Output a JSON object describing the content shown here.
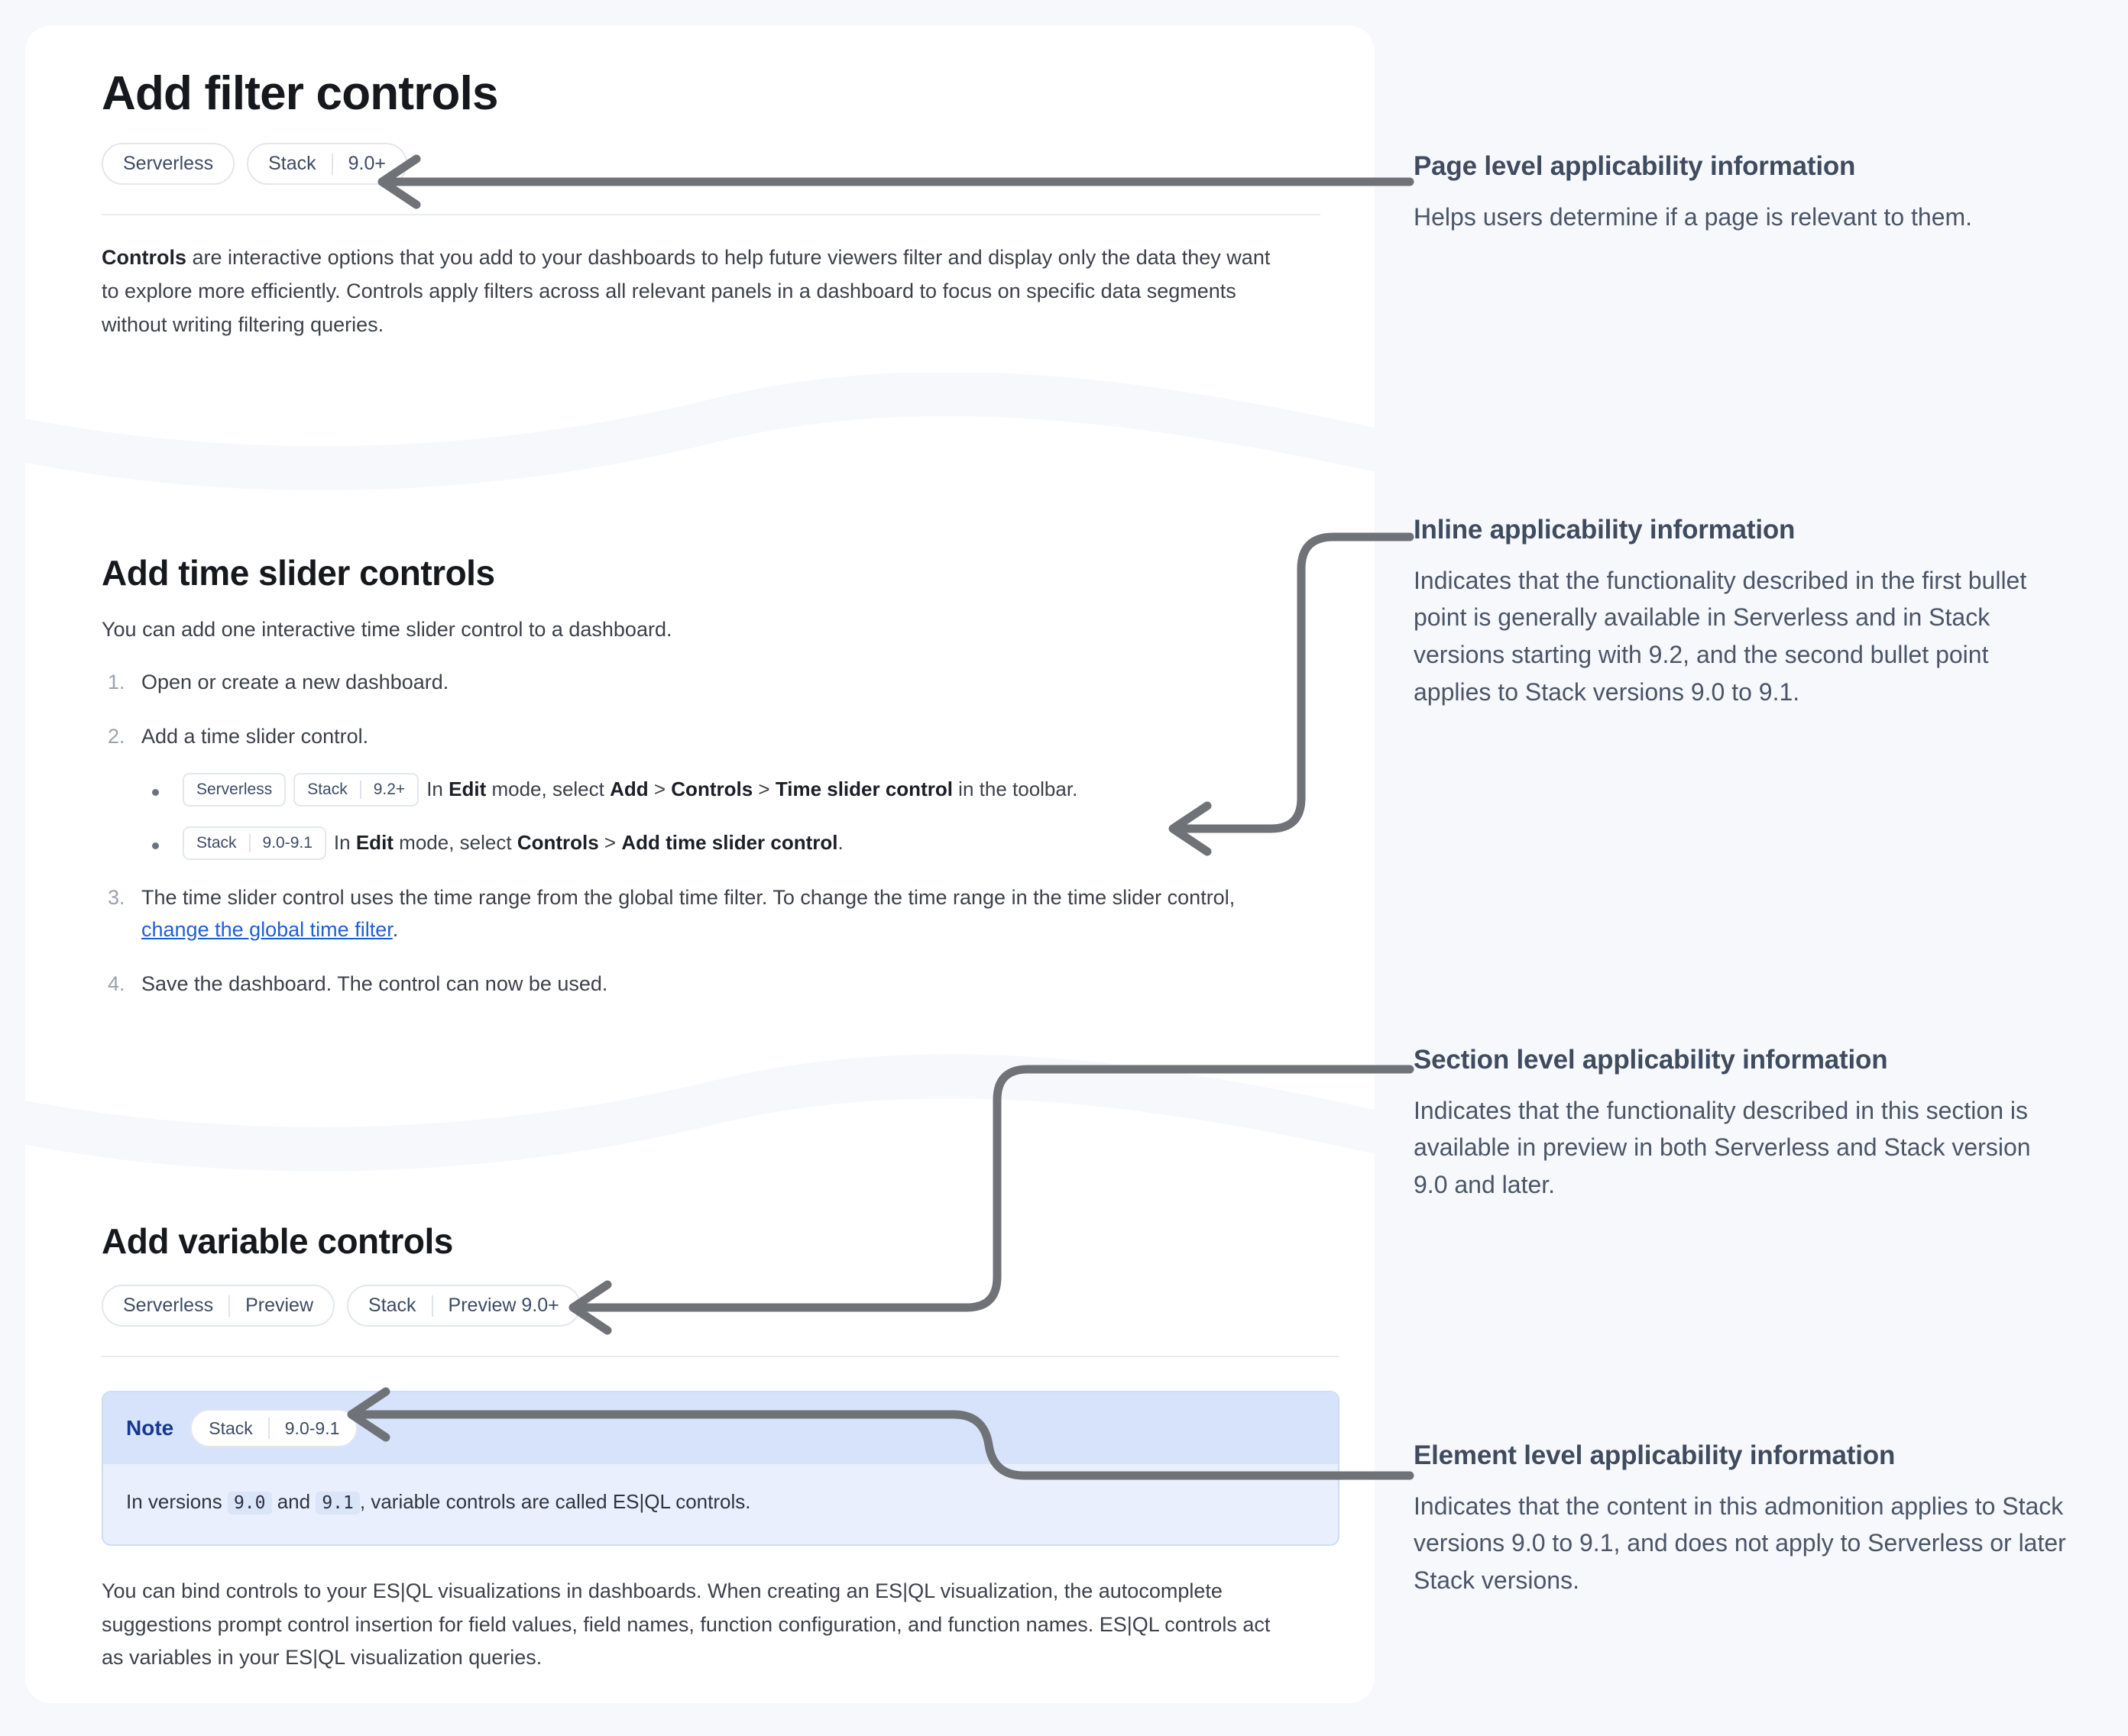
{
  "doc": {
    "page_title": "Add filter controls",
    "page_badges": [
      {
        "name": "page-badge-serverless",
        "segments": [
          "Serverless"
        ]
      },
      {
        "name": "page-badge-stack",
        "segments": [
          "Stack",
          "9.0+"
        ]
      }
    ],
    "intro": {
      "lead_bold": "Controls",
      "text": " are interactive options that you add to your dashboards to help future viewers filter and display only the data they want to explore more efficiently. Controls apply filters across all relevant panels in a dashboard to focus on specific data segments without writing filtering queries."
    },
    "section_time_slider": {
      "title": "Add time slider controls",
      "lead": "You can add one interactive time slider control to a dashboard.",
      "steps": [
        {
          "kind": "plain",
          "text": "Open or create a new dashboard."
        },
        {
          "kind": "with-sub",
          "text": "Add a time slider control.",
          "sub": [
            {
              "badges": [
                {
                  "segments": [
                    "Serverless"
                  ]
                },
                {
                  "segments": [
                    "Stack",
                    "9.2+"
                  ]
                }
              ],
              "parts": [
                {
                  "t": "In ",
                  "b": false
                },
                {
                  "t": "Edit",
                  "b": true
                },
                {
                  "t": " mode, select ",
                  "b": false
                },
                {
                  "t": "Add",
                  "b": true
                },
                {
                  "t": " > ",
                  "b": false
                },
                {
                  "t": "Controls",
                  "b": true
                },
                {
                  "t": " > ",
                  "b": false
                },
                {
                  "t": "Time slider control",
                  "b": true
                },
                {
                  "t": " in the toolbar.",
                  "b": false
                }
              ]
            },
            {
              "badges": [
                {
                  "segments": [
                    "Stack",
                    "9.0-9.1"
                  ]
                }
              ],
              "parts": [
                {
                  "t": "In ",
                  "b": false
                },
                {
                  "t": "Edit",
                  "b": true
                },
                {
                  "t": " mode, select ",
                  "b": false
                },
                {
                  "t": "Controls",
                  "b": true
                },
                {
                  "t": " > ",
                  "b": false
                },
                {
                  "t": "Add time slider control",
                  "b": true
                },
                {
                  "t": ".",
                  "b": false
                }
              ]
            }
          ]
        },
        {
          "kind": "link",
          "before": "The time slider control uses the time range from the global time filter. To change the time range in the time slider control, ",
          "link_text": "change the global time filter",
          "after": "."
        },
        {
          "kind": "plain",
          "text": "Save the dashboard. The control can now be used."
        }
      ]
    },
    "section_variable": {
      "title": "Add variable controls",
      "badges": [
        {
          "name": "section-badge-serverless",
          "segments": [
            "Serverless",
            "Preview"
          ]
        },
        {
          "name": "section-badge-stack",
          "segments": [
            "Stack",
            "Preview 9.0+"
          ]
        }
      ],
      "note": {
        "label": "Note",
        "badge": {
          "segments": [
            "Stack",
            "9.0-9.1"
          ]
        },
        "body_before": "In versions ",
        "code_1": "9.0",
        "body_mid": " and ",
        "code_2": "9.1",
        "body_after": ", variable controls are called ES|QL controls."
      },
      "tail": "You can bind controls to your ES|QL visualizations in dashboards. When creating an ES|QL visualization, the autocomplete suggestions prompt control insertion for field values, field names, function configuration, and function names. ES|QL controls act as variables in your ES|QL visualization queries."
    }
  },
  "annotations": [
    {
      "id": "page-level",
      "title": "Page level applicability information",
      "body": "Helps users determine if a page is relevant to them."
    },
    {
      "id": "inline",
      "title": "Inline applicability information",
      "body": "Indicates that the functionality described in the first bullet point is generally available in Serverless and in Stack versions starting with 9.2, and the second bullet point applies to Stack versions 9.0 to 9.1."
    },
    {
      "id": "section-level",
      "title": "Section level applicability information",
      "body": "Indicates that the functionality described in this section is available in preview in both Serverless and Stack version 9.0 and later."
    },
    {
      "id": "element-level",
      "title": "Element level applicability information",
      "body": "Indicates that the content in this admonition applies to Stack versions 9.0 to 9.1, and does not apply to Serverless or later Stack versions."
    }
  ],
  "colors": {
    "page_background": "#f7f8fc",
    "card_background": "#ffffff",
    "badge_text": "#3e4b63",
    "badge_border": "#e3e6ee",
    "link": "#1f5fd6",
    "note_header": "#d7e3fb",
    "note_body": "#e9effc",
    "note_label": "#16398f",
    "arrow": "#6f7277",
    "annotation_title": "#3f4b5e",
    "annotation_body": "#4a5567"
  }
}
